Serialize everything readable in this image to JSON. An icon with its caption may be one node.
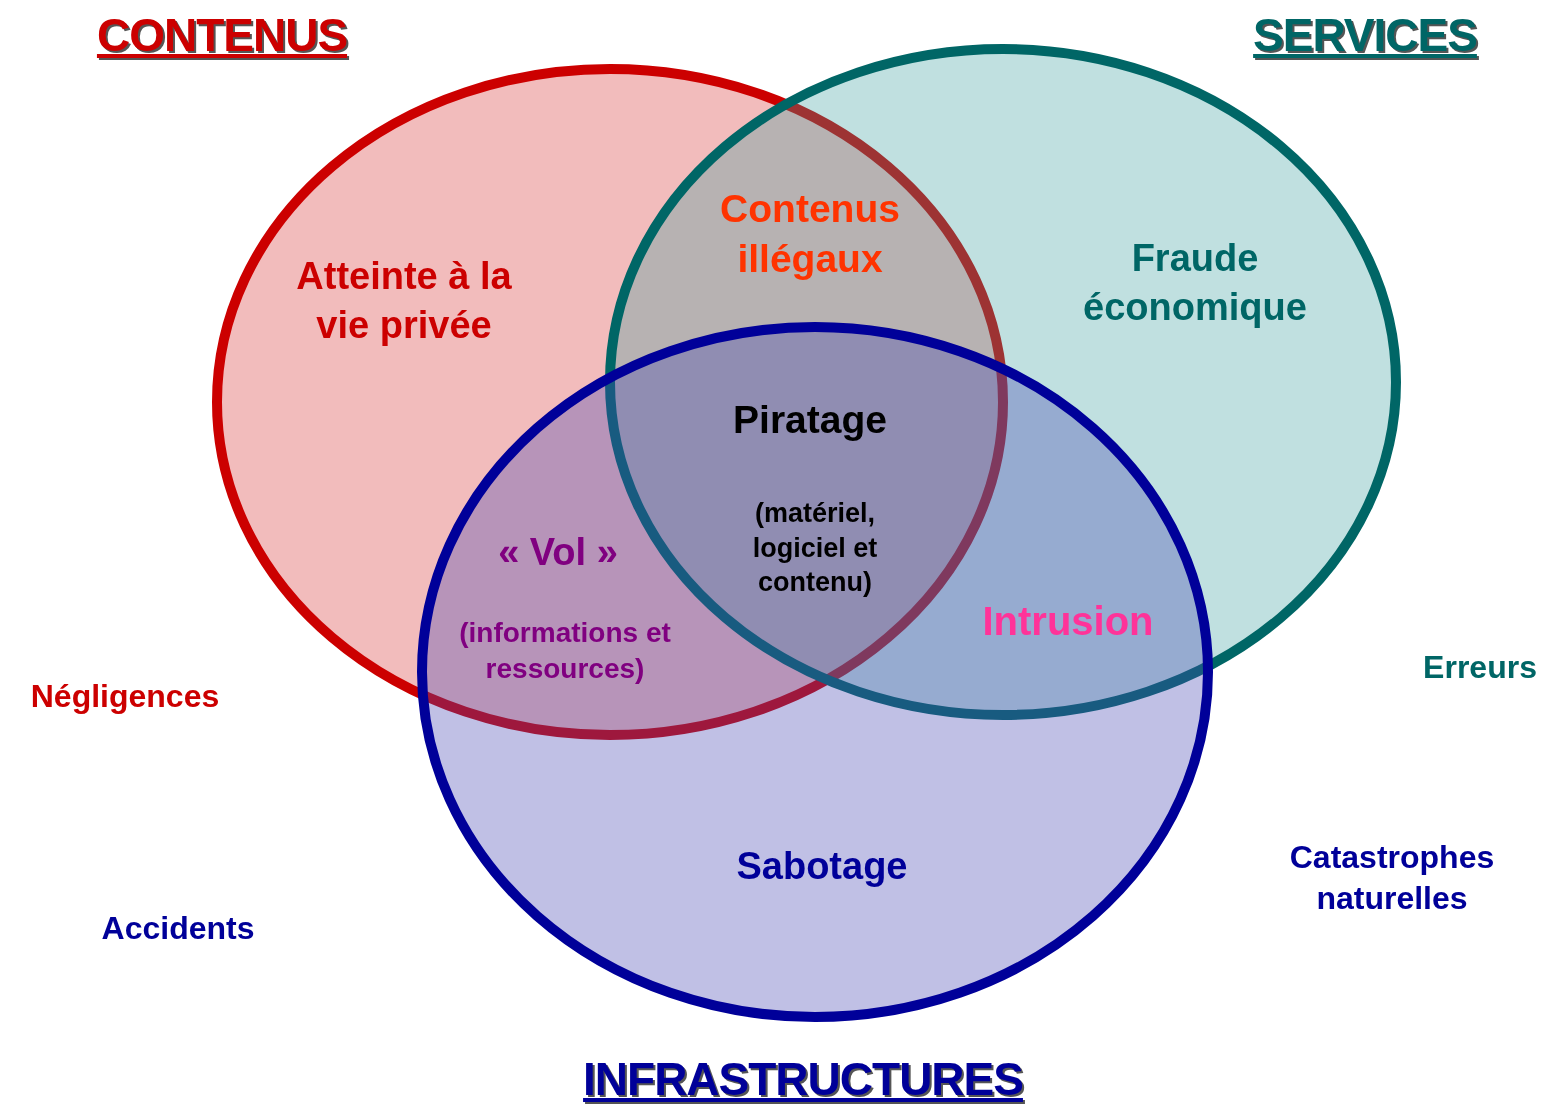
{
  "diagram": {
    "nodes": [
      {
        "text": [
          "CONTENUS",
          "Atteinte à la vie privée"
        ]
      },
      {
        "text": [
          "SERVICES",
          "Fraude économique"
        ]
      },
      {
        "text": [
          "Sabotage",
          "INFRASTRUCTURES"
        ]
      }
    ],
    "labels": [
      "Contenus illégaux",
      "Piratage",
      "(matériel, logiciel et contenu)",
      "« Vol »",
      "(informations et ressources)",
      "Intrusion",
      "Négligences",
      "Erreurs",
      "Accidents",
      "Catastrophes naturelles"
    ]
  }
}
